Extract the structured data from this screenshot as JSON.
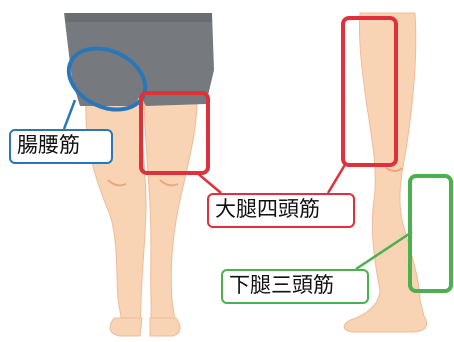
{
  "labels": {
    "iliopsoas": "腸腰筋",
    "quadriceps": "大腿四頭筋",
    "triceps_surae": "下腿三頭筋"
  },
  "colors": {
    "iliopsoas": "#2a76b6",
    "quadriceps": "#e0303c",
    "triceps_surae": "#4caf50",
    "skin": "#f8d3b4",
    "skin_shadow": "#efbc98",
    "shorts": "#767a7e"
  }
}
